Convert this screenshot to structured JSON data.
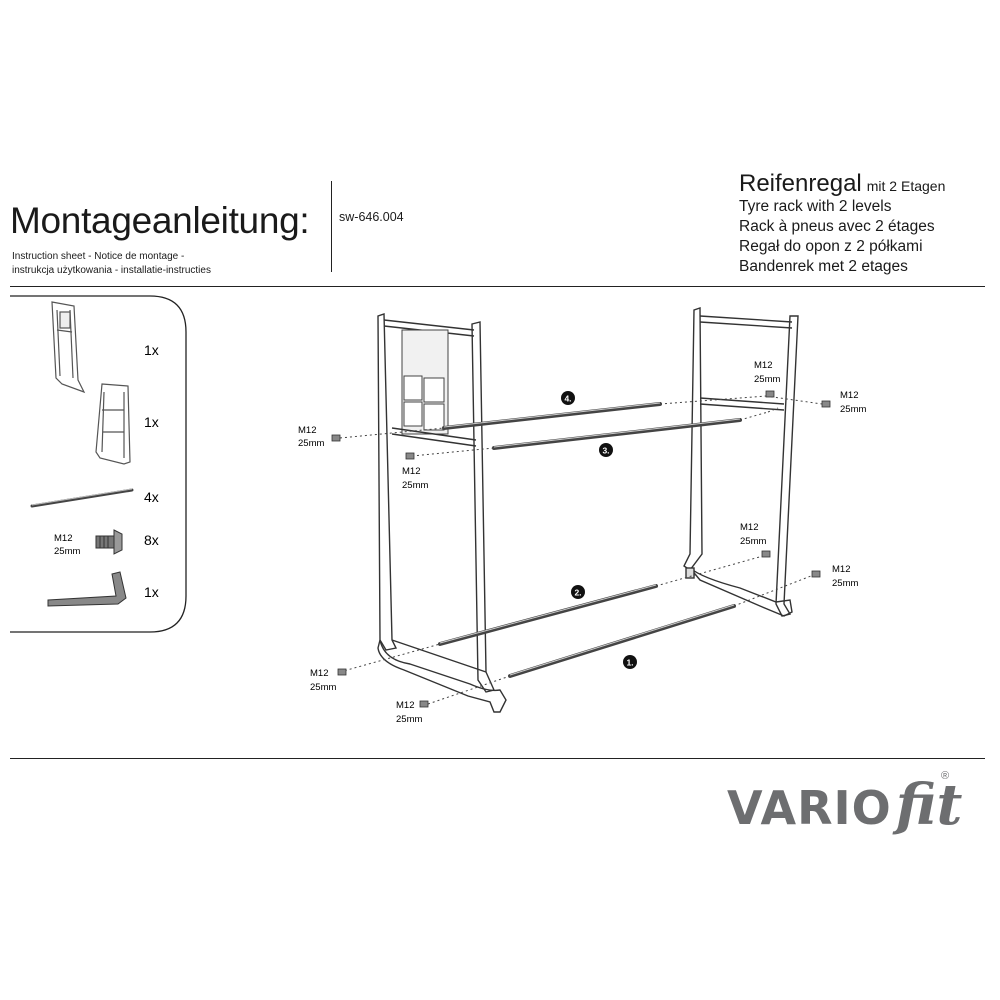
{
  "header": {
    "title": "Montageanleitung:",
    "subtitle_line1": "Instruction sheet - Notice de montage  -",
    "subtitle_line2": "instrukcja użytkowania - installatie-instructies",
    "article_number": "sw-646.004",
    "product_name": "Reifenregal",
    "product_suffix": "mit 2 Etagen",
    "translations": [
      "Tyre rack with 2 levels",
      "Rack à pneus avec 2 étages",
      "Regał do opon z 2 półkami",
      "Bandenrek met 2 etages"
    ]
  },
  "parts": [
    {
      "icon": "side-frame-a-icon",
      "qty": "1x"
    },
    {
      "icon": "side-frame-b-icon",
      "qty": "1x"
    },
    {
      "icon": "rod-icon",
      "qty": "4x"
    },
    {
      "icon": "screw-icon",
      "qty": "8x",
      "size": "M12",
      "length": "25mm"
    },
    {
      "icon": "hex-key-icon",
      "qty": "1x"
    }
  ],
  "assembly": {
    "steps": [
      "4.",
      "3.",
      "2.",
      "1."
    ],
    "screw_size": "M12",
    "screw_length": "25mm"
  },
  "brand": {
    "name_part1": "VARIO",
    "name_part2": "fit",
    "registered": "®",
    "color": "#6d6e70"
  }
}
